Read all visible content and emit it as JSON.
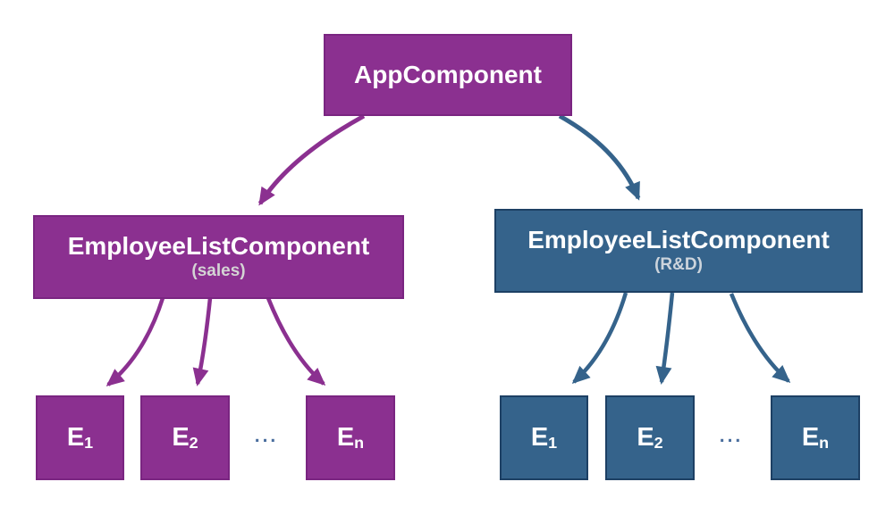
{
  "diagram": {
    "description": "Angular component tree diagram",
    "nodes": {
      "app": {
        "title": "AppComponent"
      },
      "left_list": {
        "title": "EmployeeListComponent",
        "subtitle": "(sales)"
      },
      "right_list": {
        "title": "EmployeeListComponent",
        "subtitle": "(R&D)"
      },
      "left_children": [
        {
          "base": "E",
          "sub": "1"
        },
        {
          "base": "E",
          "sub": "2"
        },
        {
          "base": "E",
          "sub": "n"
        }
      ],
      "right_children": [
        {
          "base": "E",
          "sub": "1"
        },
        {
          "base": "E",
          "sub": "2"
        },
        {
          "base": "E",
          "sub": "n"
        }
      ],
      "ellipsis": "..."
    },
    "colors": {
      "purple_fill": "#8b3090",
      "purple_border": "#7a2581",
      "blue_fill": "#35638b",
      "blue_border": "#1d4064",
      "title_text": "#ffffff",
      "subtitle_text": "#d4d4d4",
      "ellipsis_text": "#4a6e9e",
      "background": "#ffffff"
    }
  }
}
